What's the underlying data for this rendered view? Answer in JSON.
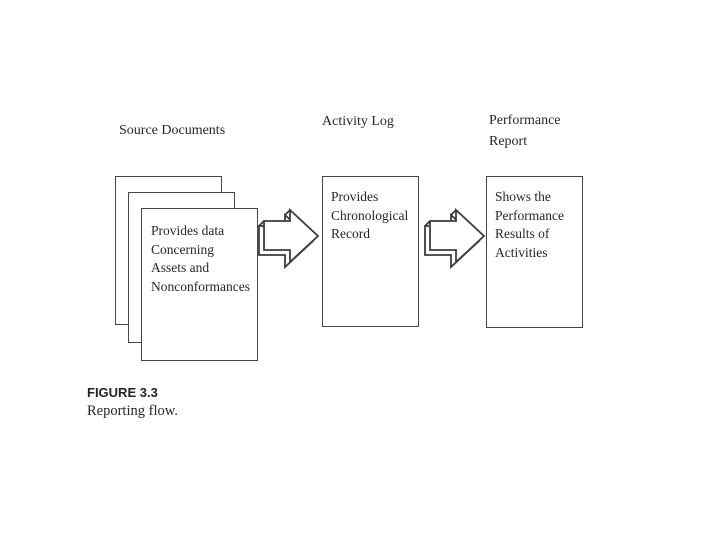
{
  "page": {
    "background": "#ffffff"
  },
  "colors": {
    "line": "#46464b",
    "text": "#26262c"
  },
  "diagram": {
    "nodes": [
      {
        "id": "source-documents",
        "shape": "stacked-documents",
        "heading_lines": [
          "Source Documents"
        ],
        "body_lines": [
          "Provides data",
          "Concerning",
          "Assets and",
          "Nonconformances"
        ]
      },
      {
        "id": "activity-log",
        "shape": "rectangle",
        "heading_lines": [
          "Activity Log"
        ],
        "body_lines": [
          "Provides",
          "Chronological",
          "Record"
        ]
      },
      {
        "id": "performance-report",
        "shape": "rectangle",
        "heading_lines": [
          "Performance",
          "Report"
        ],
        "body_lines": [
          "Shows the",
          "Performance",
          "Results of",
          "Activities"
        ]
      }
    ],
    "connectors": [
      {
        "from": "source-documents",
        "to": "activity-log",
        "style": "block-arrow-right"
      },
      {
        "from": "activity-log",
        "to": "performance-report",
        "style": "block-arrow-right"
      }
    ]
  },
  "caption": {
    "label": "FIGURE 3.3",
    "text": "Reporting flow."
  }
}
